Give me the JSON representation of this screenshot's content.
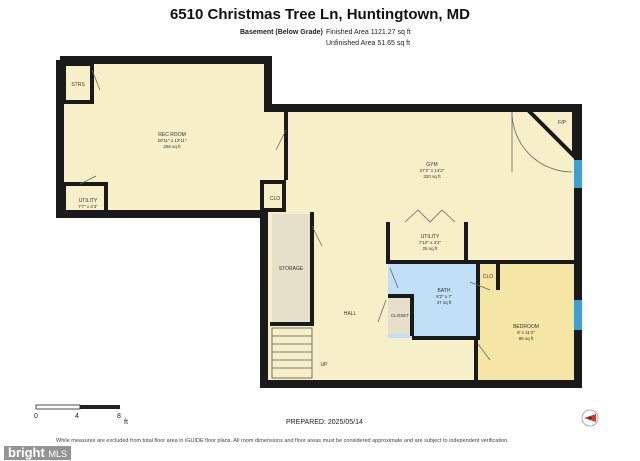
{
  "header": {
    "title": "6510 Christmas Tree Ln, Huntingtown, MD",
    "level": "Basement (Below Grade)",
    "finished_area": "Finished Area 1121.27 sq ft",
    "unfinished_area": "Unfinished Area 51.65 sq ft"
  },
  "rooms": {
    "stairs": "STRS",
    "rec_room": {
      "name": "REC ROOM",
      "dims": "20'11\" x 13'11\"",
      "area": "256 sq ft"
    },
    "utility_small": {
      "name": "UTILITY",
      "dims": "7'7\" x 2'3\""
    },
    "clo_left": "CLO",
    "gym": {
      "name": "GYM",
      "dims": "27'2\" x 14'2\"",
      "area": "320 sq ft"
    },
    "fp": "F/P",
    "utility_mid": {
      "name": "UTILITY",
      "dims": "7'10\" x 3'2\"",
      "area": "25 sq ft"
    },
    "storage": "STORAGE",
    "bath": {
      "name": "BATH",
      "dims": "8'2\" x 7'",
      "area": "47 sq ft"
    },
    "clo_right": "CLO",
    "closet": "CLOSET",
    "hall": "HALL",
    "bedroom": {
      "name": "BEDROOM",
      "dims": "9' x 11'2\"",
      "area": "95 sq ft"
    },
    "up": "UP"
  },
  "scale": {
    "labels": [
      "0",
      "4",
      "8"
    ],
    "unit": "ft"
  },
  "footer": {
    "prepared": "PREPARED: 2025/05/14",
    "disclaimer": "While measures are excluded from total floor area in iGUIDE floor plans. All room dimensions and floor areas must be considered approximate and are subject to independent verification.",
    "logo": "bright",
    "logo_suffix": "MLS"
  },
  "colors": {
    "wall": "#1a1a1a",
    "finished": "#f7efc8",
    "unfinished": "#e6dfc9",
    "bath": "#bfe0f7",
    "bedroom": "#f5e6a6",
    "window": "#3aa0d8"
  }
}
